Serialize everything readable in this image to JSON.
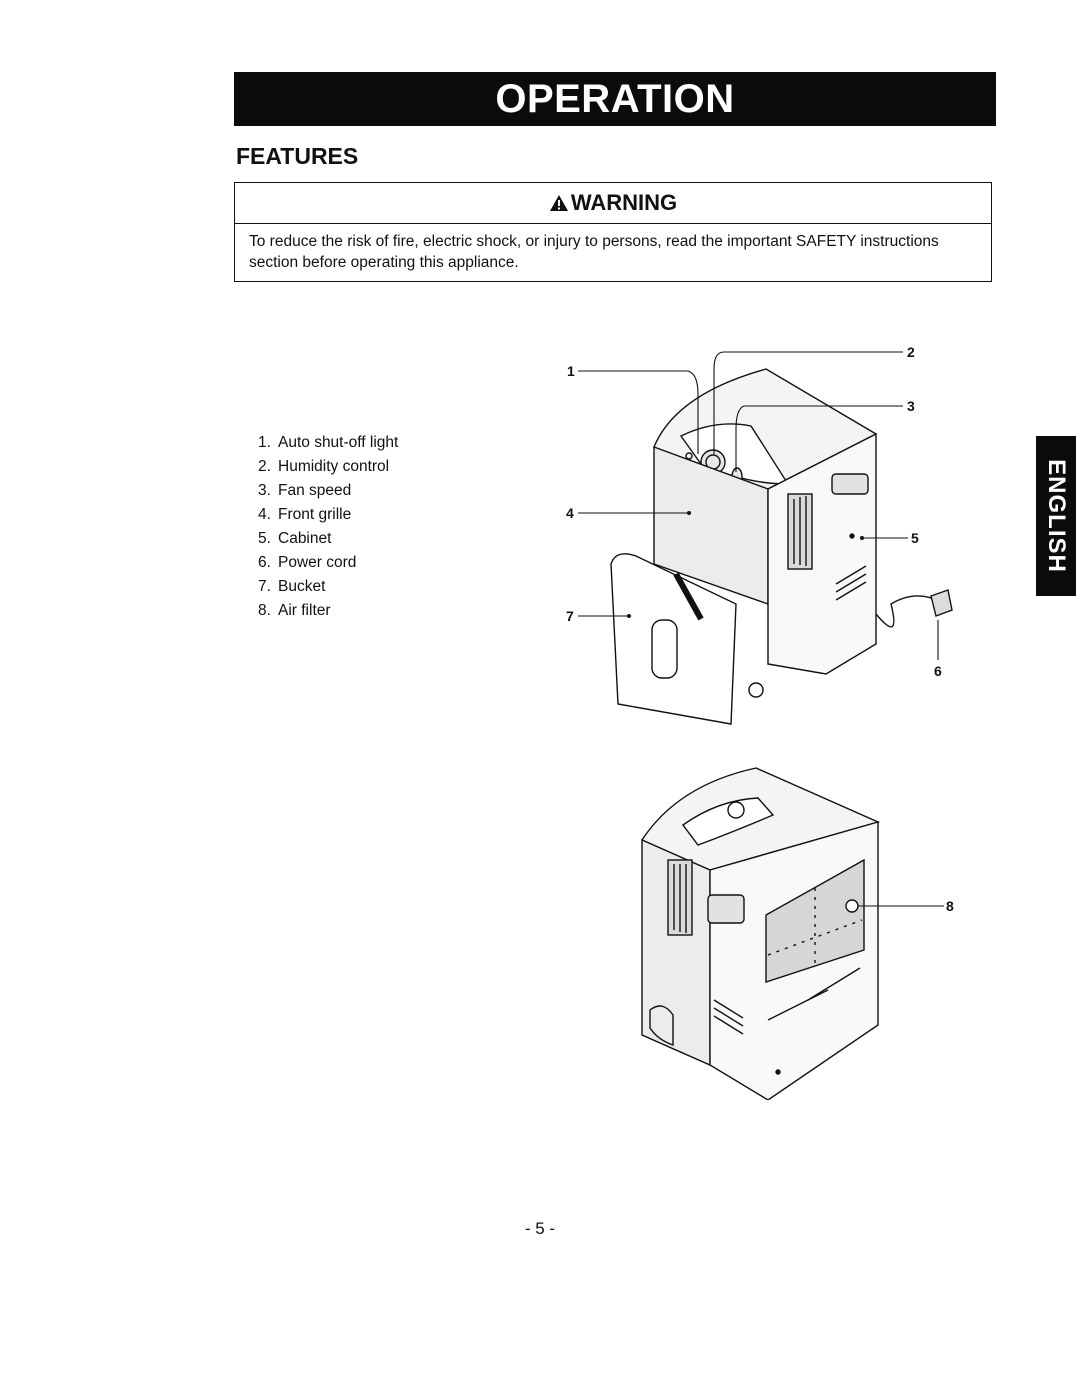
{
  "header": {
    "title": "OPERATION"
  },
  "section": {
    "heading": "FEATURES"
  },
  "warning": {
    "label": "WARNING",
    "text": "To reduce the risk of fire, electric shock, or injury to persons, read the important SAFETY instructions section before operating this appliance."
  },
  "features_list": [
    {
      "num": "1.",
      "label": "Auto shut-off light"
    },
    {
      "num": "2.",
      "label": "Humidity control"
    },
    {
      "num": "3.",
      "label": "Fan speed"
    },
    {
      "num": "4.",
      "label": "Front grille"
    },
    {
      "num": "5.",
      "label": "Cabinet"
    },
    {
      "num": "6.",
      "label": "Power cord"
    },
    {
      "num": "7.",
      "label": "Bucket"
    },
    {
      "num": "8.",
      "label": "Air filter"
    }
  ],
  "callouts": {
    "c1": "1",
    "c2": "2",
    "c3": "3",
    "c4": "4",
    "c5": "5",
    "c6": "6",
    "c7": "7",
    "c8": "8"
  },
  "side_tab": {
    "label": "ENGLISH"
  },
  "footer": {
    "page_number": "- 5 -"
  }
}
